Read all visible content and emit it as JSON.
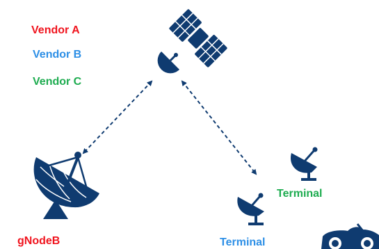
{
  "legend": {
    "vendor_a": {
      "label": "Vendor A",
      "color": "#f0141e"
    },
    "vendor_b": {
      "label": "Vendor B",
      "color": "#2d8fe6"
    },
    "vendor_c": {
      "label": "Vendor C",
      "color": "#1eac50"
    }
  },
  "nodes": {
    "gnodeb": {
      "label": "gNodeB",
      "vendor": "Vendor A"
    },
    "terminal_b": {
      "label": "Terminal",
      "vendor": "Vendor B"
    },
    "terminal_c": {
      "label": "Terminal",
      "vendor": "Vendor C"
    }
  },
  "icons": {
    "satellite": "satellite-icon",
    "gnodeb_dish": "satellite-dish-icon",
    "terminal_dish": "terminal-dish-icon",
    "vehicle": "car-icon"
  },
  "colors": {
    "icon": "#0f3b70",
    "link": "#0f3b70"
  }
}
